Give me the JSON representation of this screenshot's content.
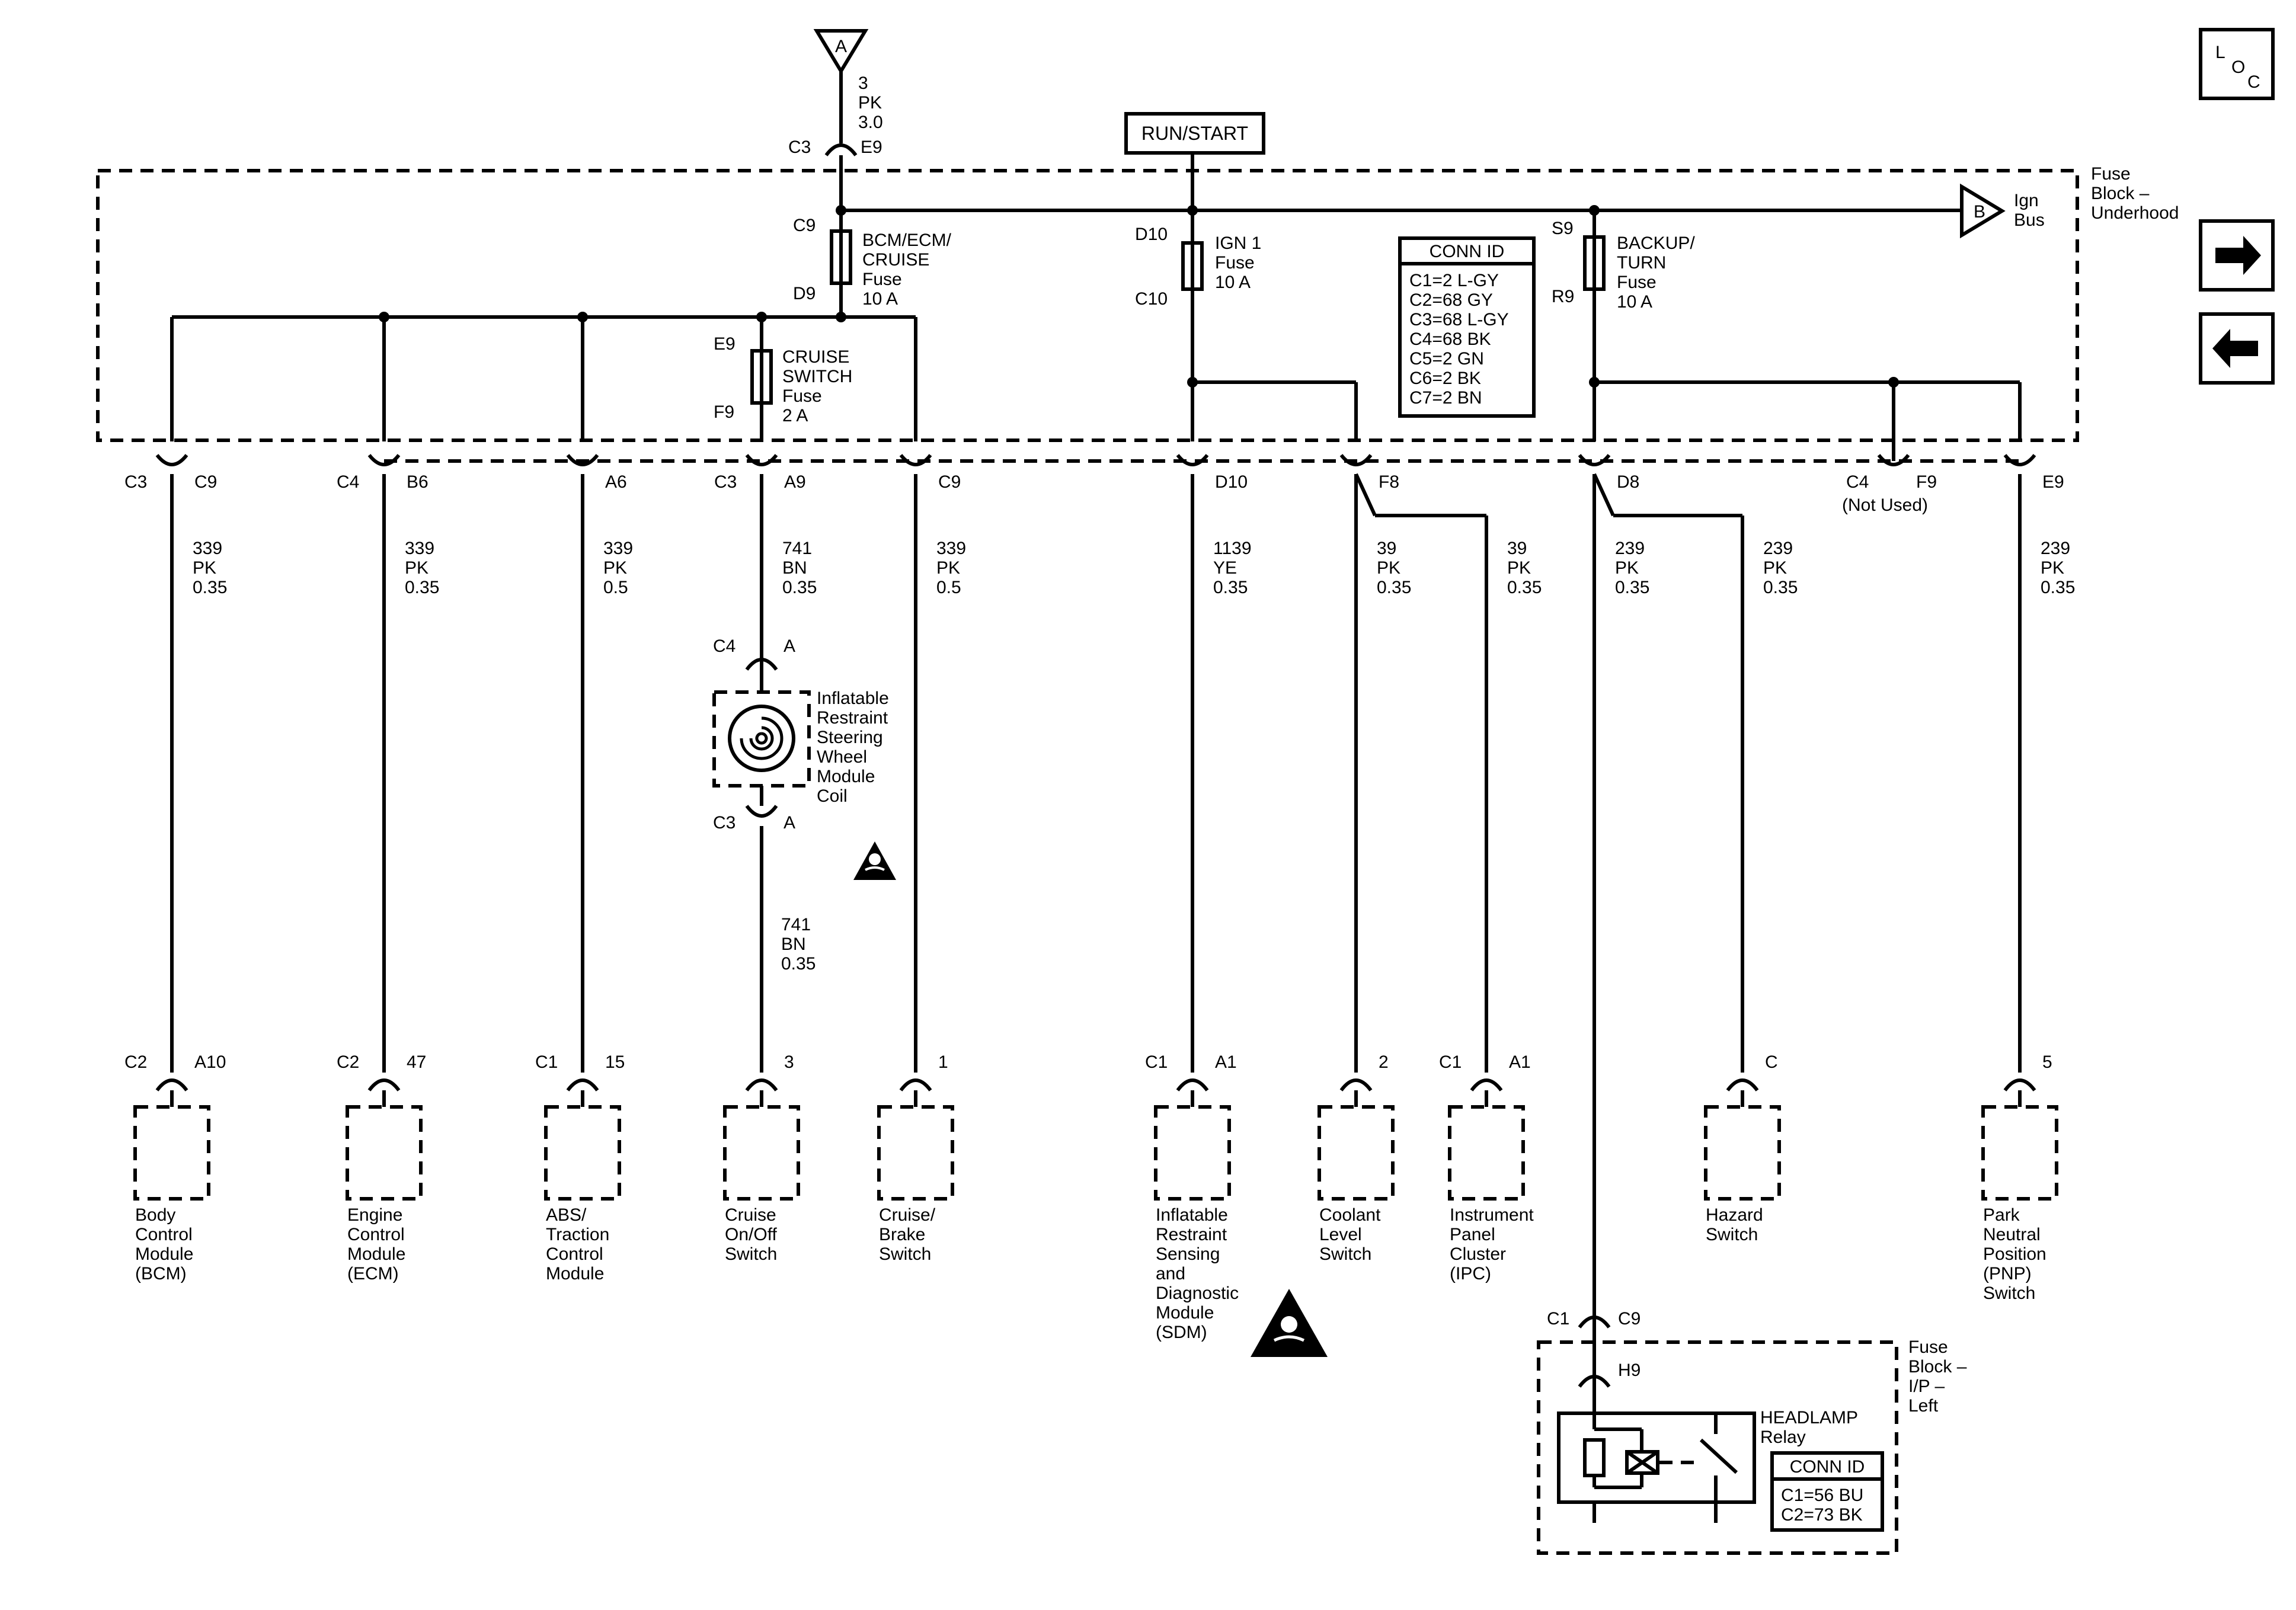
{
  "header": {
    "connector_a": "A",
    "feed_circuit": [
      "3",
      "PK",
      "3.0"
    ],
    "feed_conn_left": "C3",
    "feed_conn_right": "E9",
    "run_start": "RUN/START",
    "ign_bus_letter": "B",
    "ign_bus_label": [
      "Ign",
      "Bus"
    ],
    "fuse_block_label": [
      "Fuse",
      "Block –",
      "Underhood"
    ]
  },
  "nav": {
    "loc_l": "L",
    "loc_o": "O",
    "loc_c": "C",
    "next": "→",
    "prev": "←"
  },
  "fuses": {
    "bcm": {
      "top": "C9",
      "bottom": "D9",
      "label": [
        "BCM/ECM/",
        "CRUISE",
        "Fuse",
        "10 A"
      ]
    },
    "ign1": {
      "top": "D10",
      "bottom": "C10",
      "label": [
        "IGN 1",
        "Fuse",
        "10 A"
      ]
    },
    "backup": {
      "top": "S9",
      "bottom": "R9",
      "label": [
        "BACKUP/",
        "TURN",
        "Fuse",
        "10 A"
      ]
    },
    "cruise_switch": {
      "top": "E9",
      "bottom": "F9",
      "label": [
        "CRUISE",
        "SWITCH",
        "Fuse",
        "2 A"
      ]
    }
  },
  "conn_id_underhood": {
    "title": "CONN ID",
    "rows": [
      "C1=2 L-GY",
      "C2=68 GY",
      "C3=68 L-GY",
      "C4=68 BK",
      "C5=2 GN",
      "C6=2 BK",
      "C7=2 BN"
    ]
  },
  "fuse_terminals": [
    {
      "left": "C3",
      "right": "C9"
    },
    {
      "left": "C4",
      "right": "B6"
    },
    {
      "left": "",
      "right": "A6"
    },
    {
      "left": "C3",
      "right": "A9"
    },
    {
      "left": "",
      "right": "C9"
    },
    {
      "left": "",
      "right": "D10"
    },
    {
      "left": "",
      "right": "F8"
    },
    {
      "left": "",
      "right": "D8"
    },
    {
      "left": "C4",
      "right": "F9"
    },
    {
      "left": "",
      "right": "E9"
    }
  ],
  "not_used": "(Not Used)",
  "wires": [
    [
      "339",
      "PK",
      "0.35"
    ],
    [
      "339",
      "PK",
      "0.35"
    ],
    [
      "339",
      "PK",
      "0.5"
    ],
    [
      "741",
      "BN",
      "0.35"
    ],
    [
      "339",
      "PK",
      "0.5"
    ],
    [
      "1139",
      "YE",
      "0.35"
    ],
    [
      "39",
      "PK",
      "0.35"
    ],
    [
      "39",
      "PK",
      "0.35"
    ],
    [
      "239",
      "PK",
      "0.35"
    ],
    [
      "239",
      "PK",
      "0.35"
    ],
    [
      "239",
      "PK",
      "0.35"
    ]
  ],
  "coil": {
    "top_conn": "C4",
    "top_pin": "A",
    "bottom_conn": "C3",
    "bottom_pin": "A",
    "label": [
      "Inflatable",
      "Restraint",
      "Steering",
      "Wheel",
      "Module",
      "Coil"
    ],
    "lower_wire": [
      "741",
      "BN",
      "0.35"
    ]
  },
  "components": [
    {
      "conn": "C2",
      "pin": "A10",
      "label": [
        "Body",
        "Control",
        "Module",
        "(BCM)"
      ]
    },
    {
      "conn": "C2",
      "pin": "47",
      "label": [
        "Engine",
        "Control",
        "Module",
        "(ECM)"
      ]
    },
    {
      "conn": "C1",
      "pin": "15",
      "label": [
        "ABS/",
        "Traction",
        "Control",
        "Module"
      ]
    },
    {
      "conn": "",
      "pin": "3",
      "label": [
        "Cruise",
        "On/Off",
        "Switch"
      ]
    },
    {
      "conn": "",
      "pin": "1",
      "label": [
        "Cruise/",
        "Brake",
        "Switch"
      ]
    },
    {
      "conn": "C1",
      "pin": "A1",
      "label": [
        "Inflatable",
        "Restraint",
        "Sensing",
        "and",
        "Diagnostic",
        "Module",
        "(SDM)"
      ]
    },
    {
      "conn": "",
      "pin": "2",
      "label": [
        "Coolant",
        "Level",
        "Switch"
      ]
    },
    {
      "conn": "C1",
      "pin": "A1",
      "label": [
        "Instrument",
        "Panel",
        "Cluster",
        "(IPC)"
      ]
    },
    {
      "conn": "",
      "pin": "C",
      "label": [
        "Hazard",
        "Switch"
      ]
    },
    {
      "conn": "",
      "pin": "5",
      "label": [
        "Park",
        "Neutral",
        "Position",
        "(PNP)",
        "Switch"
      ]
    }
  ],
  "ip_fuse_block": {
    "conn_left": "C1",
    "conn_right": "C9",
    "pin": "H9",
    "label": [
      "Fuse",
      "Block –",
      "I/P –",
      "Left"
    ],
    "relay_label": [
      "HEADLAMP",
      "Relay"
    ],
    "conn_id_title": "CONN ID",
    "conn_id_rows": [
      "C1=56 BU",
      "C2=73 BK"
    ]
  }
}
